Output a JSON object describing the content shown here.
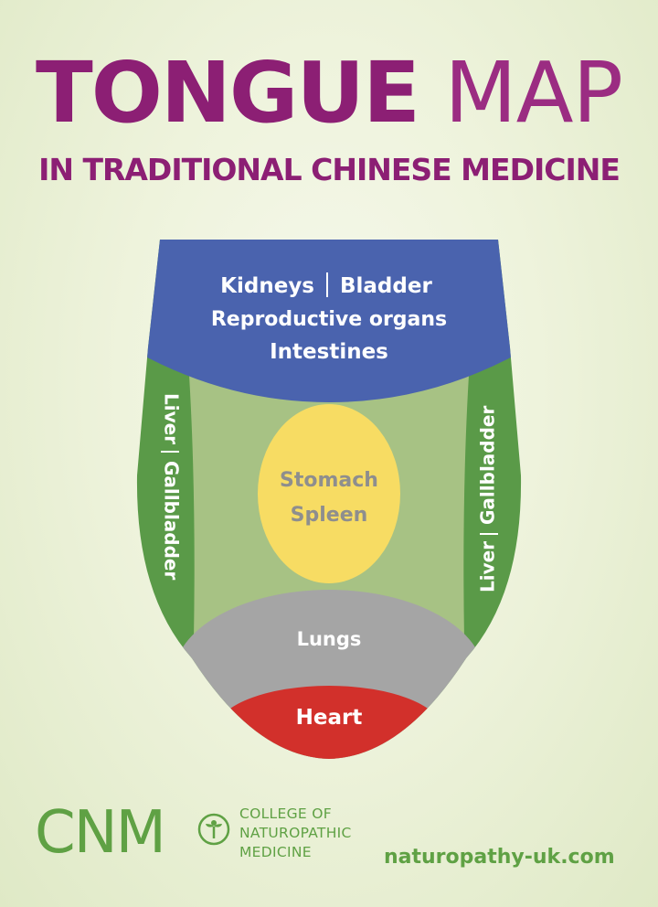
{
  "title": {
    "bold_word": "TONGUE",
    "light_word": "MAP",
    "subtitle": "IN TRADITIONAL CHINESE MEDICINE"
  },
  "zones": {
    "back": {
      "lines": [
        "Kidneys",
        "Bladder",
        "Reproductive organs",
        "Intestines"
      ],
      "color": "#4a63ae"
    },
    "sides": {
      "left_label": "Liver",
      "left_label_2": "Gallbladder",
      "right_label": "Liver",
      "right_label_2": "Gallbladder",
      "color": "#5a9a48"
    },
    "center": {
      "lines": [
        "Stomach",
        "Spleen"
      ],
      "color": "#f7dc63",
      "text_color": "#8e8e8e",
      "field_color": "#a7c284"
    },
    "lungs": {
      "label": "Lungs",
      "color": "#a5a5a5"
    },
    "heart": {
      "label": "Heart",
      "color": "#d2302b"
    }
  },
  "footer": {
    "logo": "CNM",
    "college_lines": [
      "COLLEGE OF",
      "NATUROPATHIC",
      "MEDICINE"
    ],
    "website": "naturopathy-uk.com",
    "brand_color": "#5fa144",
    "leaf_icon": "leaf-person-icon"
  }
}
